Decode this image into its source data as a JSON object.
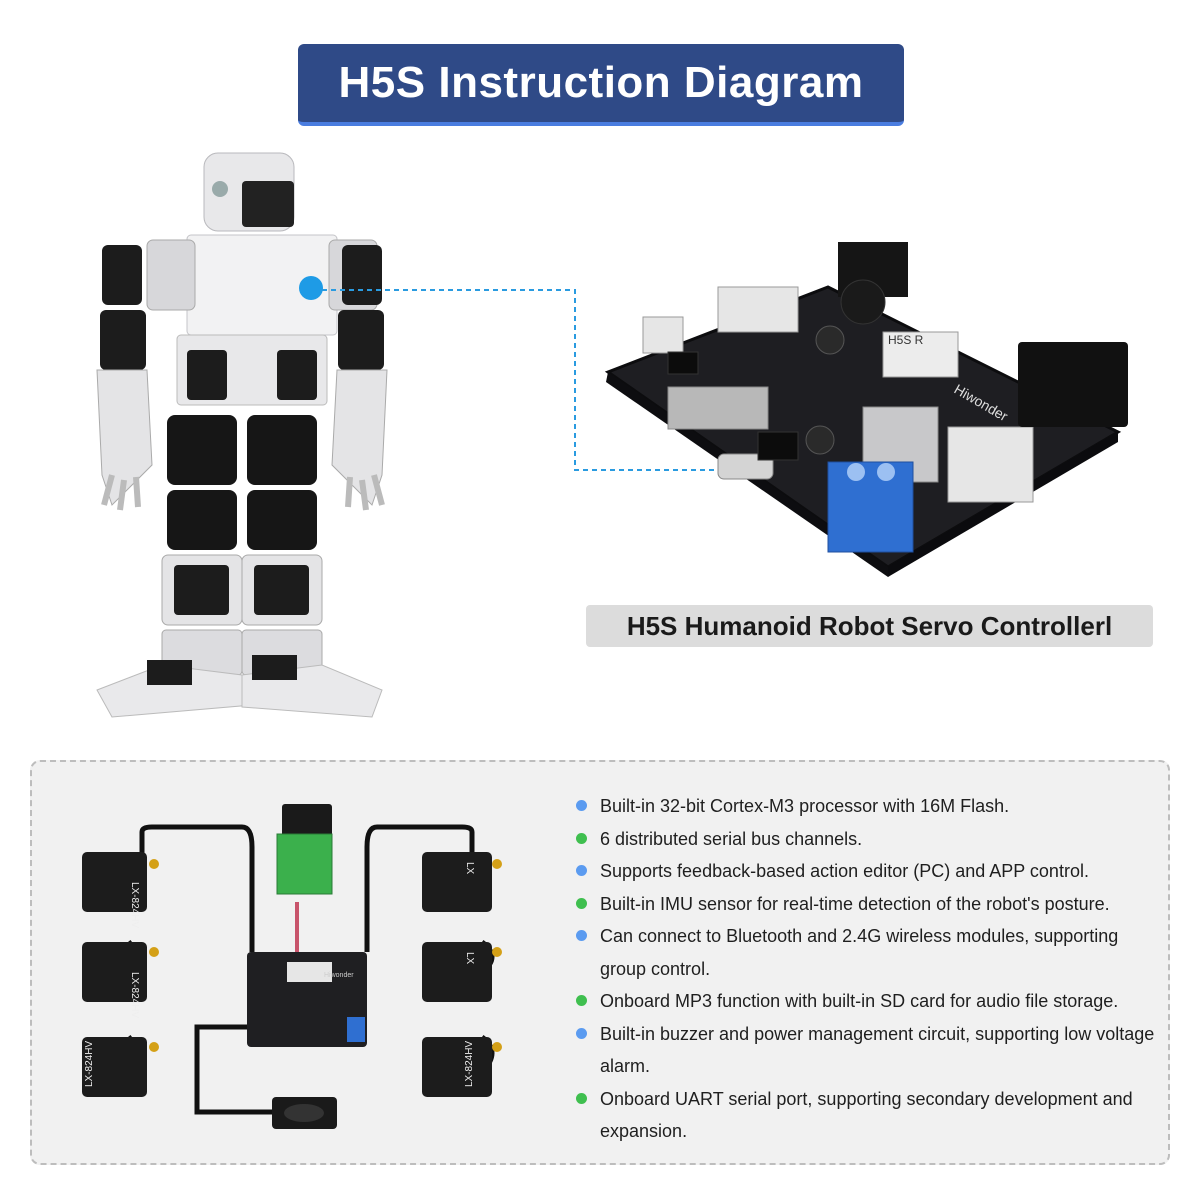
{
  "title": "H5S Instruction Diagram",
  "caption": "H5S Humanoid Robot Servo Controllerl",
  "board_labels": {
    "model": "H5S R",
    "brand": "Hiwonder"
  },
  "wiring_labels": {
    "servo_model": "LX-824HV",
    "servo_brand": "LX",
    "board_brand": "Hiwonder"
  },
  "colors": {
    "title_bg": "#2f4a87",
    "title_underline": "#4a7de0",
    "bullet_blue": "#5b9bf0",
    "bullet_green": "#3fbf4f",
    "connector": "#2a9be0"
  },
  "features": [
    {
      "text": "Built-in 32-bit Cortex-M3 processor with 16M Flash.",
      "bullet": "blue"
    },
    {
      "text": "6 distributed serial bus channels.",
      "bullet": "green"
    },
    {
      "text": "Supports feedback-based action editor (PC) and APP control.",
      "bullet": "blue"
    },
    {
      "text": "Built-in IMU sensor for real-time detection of the robot's posture.",
      "bullet": "green"
    },
    {
      "text": "Can connect to Bluetooth and 2.4G wireless modules, supporting group control.",
      "bullet": "blue"
    },
    {
      "text": "Onboard MP3 function with built-in SD card for audio file storage.",
      "bullet": "green"
    },
    {
      "text": "Built-in buzzer and power management circuit, supporting low voltage alarm.",
      "bullet": "blue"
    },
    {
      "text": "Onboard UART serial port, supporting secondary development and expansion.",
      "bullet": "green"
    }
  ]
}
